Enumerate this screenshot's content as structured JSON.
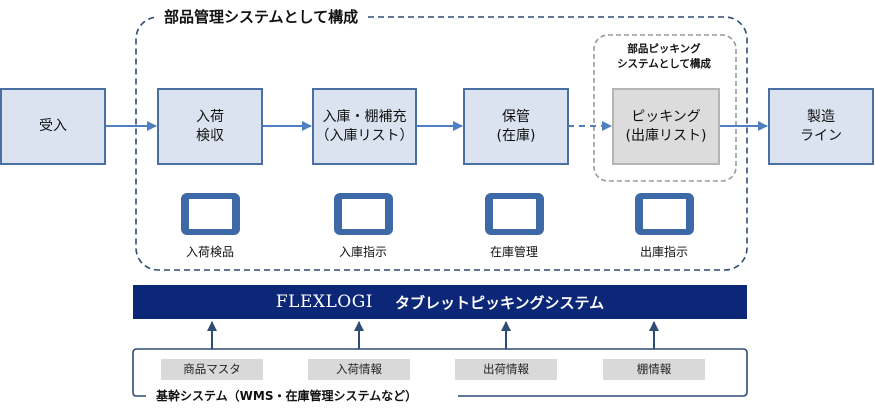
{
  "frame": {
    "title": "部品管理システムとして構成"
  },
  "subframe": {
    "title_line1": "部品ピッキング",
    "title_line2": "システムとして構成"
  },
  "process": {
    "receiving": {
      "line1": "受入"
    },
    "inspection": {
      "line1": "入荷",
      "line2": "検収"
    },
    "storage": {
      "line1": "入庫・棚補充",
      "line2": "（入庫リスト）"
    },
    "keeping": {
      "line1": "保管",
      "line2": "(在庫)"
    },
    "picking": {
      "line1": "ピッキング",
      "line2": "(出庫リスト)"
    },
    "production": {
      "line1": "製造",
      "line2": "ライン"
    }
  },
  "tablets": [
    {
      "label": "入荷検品",
      "icon": "tablet-icon"
    },
    {
      "label": "入庫指示",
      "icon": "tablet-icon"
    },
    {
      "label": "在庫管理",
      "icon": "tablet-icon"
    },
    {
      "label": "出庫指示",
      "icon": "tablet-icon"
    }
  ],
  "banner": {
    "brand": "FLEXLOGI",
    "product": "タブレットピッキングシステム"
  },
  "core": {
    "title": "基幹システム（WMS・在庫管理システムなど）",
    "info": [
      {
        "label": "商品マスタ"
      },
      {
        "label": "入荷情報"
      },
      {
        "label": "出荷情報"
      },
      {
        "label": "棚情報"
      }
    ]
  },
  "colors": {
    "box_fill": "#dbe3f1",
    "box_border": "#4a6fa3",
    "arrow": "#4f7fc1",
    "banner": "#0d2778",
    "frame": "#2e4c74"
  }
}
